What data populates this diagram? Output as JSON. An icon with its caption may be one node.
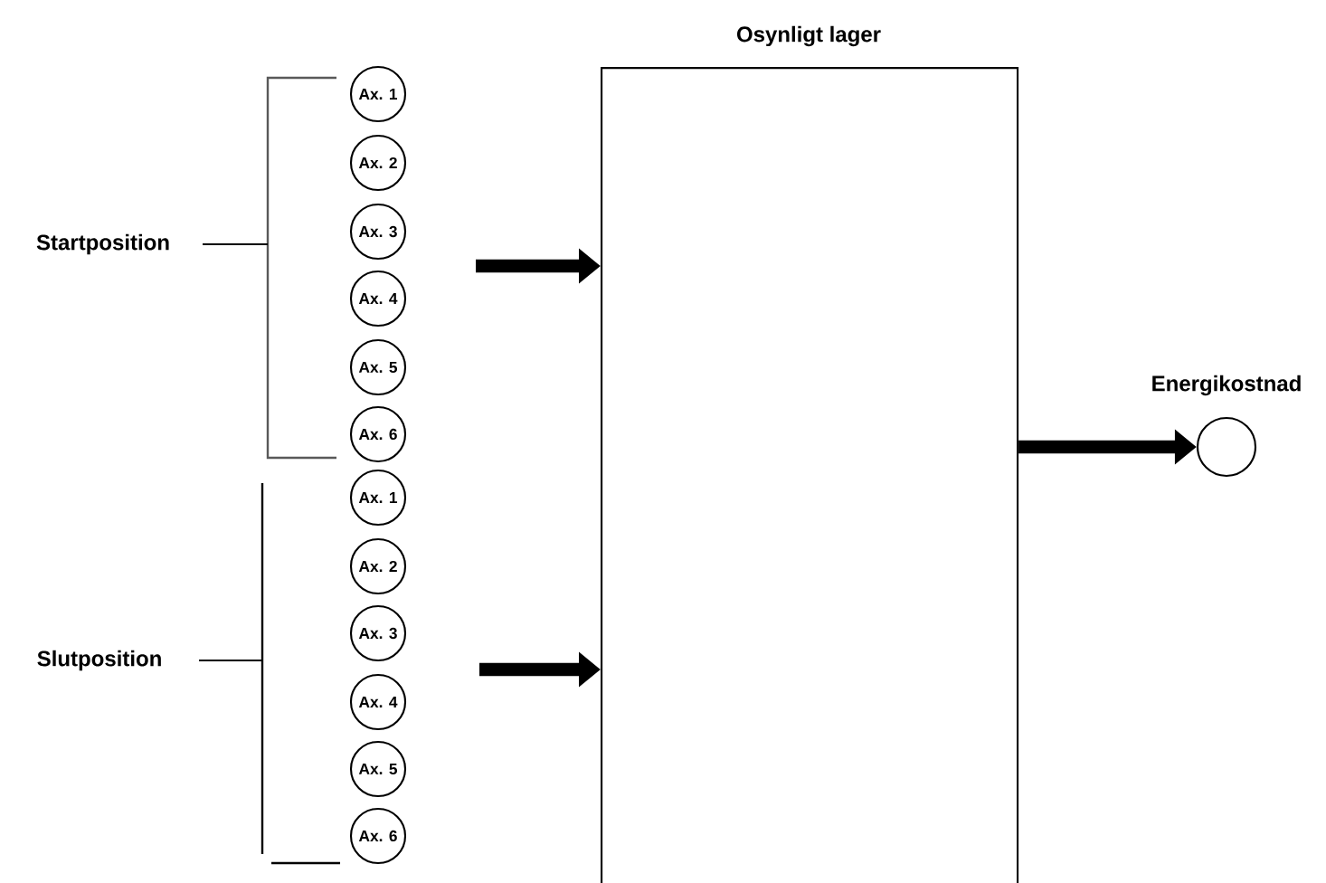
{
  "diagram": {
    "nodes": [
      {
        "text": [
          "Ax. 1"
        ]
      },
      {
        "text": [
          "Ax. 2"
        ]
      },
      {
        "text": [
          "Ax. 3"
        ]
      },
      {
        "text": [
          "Ax. 4"
        ]
      },
      {
        "text": [
          "Ax. 5"
        ]
      },
      {
        "text": [
          "Ax. 6"
        ]
      },
      {
        "text": [
          "Ax. 1"
        ]
      },
      {
        "text": [
          "Ax. 2"
        ]
      },
      {
        "text": [
          "Ax. 3"
        ]
      },
      {
        "text": [
          "Ax. 4"
        ]
      },
      {
        "text": [
          "Ax. 5"
        ]
      },
      {
        "text": [
          "Ax. 6"
        ]
      },
      {
        "text": [
          "Osynligt lager"
        ]
      },
      {
        "text": [
          "Energikostnad"
        ]
      }
    ],
    "edges": [
      {
        "from": null,
        "to": 12,
        "arrow": "to"
      },
      {
        "from": null,
        "to": 12,
        "arrow": "to"
      },
      {
        "from": 12,
        "to": 13,
        "arrow": "to"
      }
    ],
    "labels": [
      "Startposition",
      "Slutposition"
    ]
  }
}
